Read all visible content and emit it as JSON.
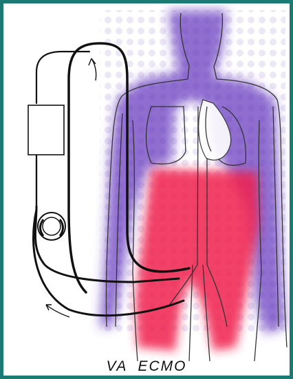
{
  "caption": "VA  ECMO",
  "colors": {
    "frame_border": "#1c7a74",
    "deoxygenated": "#6a3fc0",
    "oxygenated": "#f0224e",
    "line": "#111111"
  },
  "icons": [
    "oxygenator-box",
    "roller-pump",
    "flow-arrow-up",
    "flow-arrow-left"
  ]
}
